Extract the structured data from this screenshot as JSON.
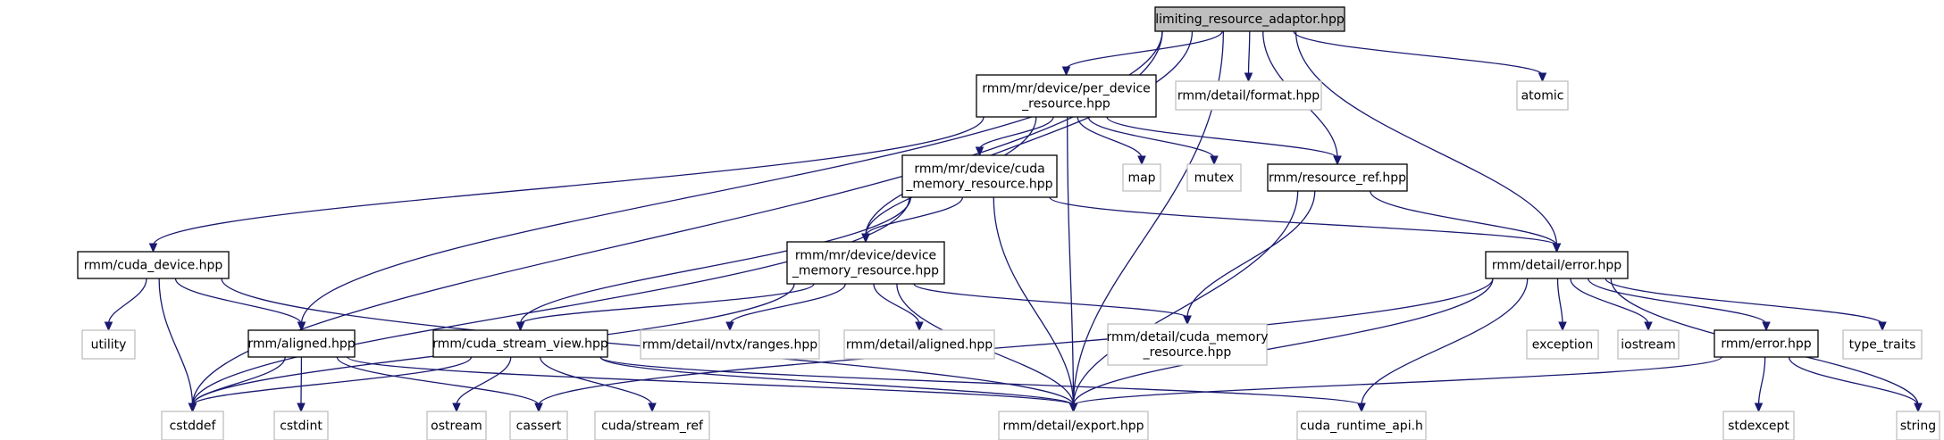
{
  "title": "limiting_resource_adaptor.hpp",
  "colors": {
    "edge": "#191970",
    "internal_border": "#000000",
    "external_border": "#bfbfbf",
    "root_fill": "#bfbfbf"
  },
  "nodes": [
    {
      "id": "root",
      "kind": "root",
      "lines": [
        "limiting_resource_adaptor.hpp"
      ]
    },
    {
      "id": "per_device",
      "kind": "internal",
      "lines": [
        "rmm/mr/device/per_device",
        "_resource.hpp"
      ]
    },
    {
      "id": "format",
      "kind": "external",
      "lines": [
        "rmm/detail/format.hpp"
      ]
    },
    {
      "id": "atomic",
      "kind": "external",
      "lines": [
        "atomic"
      ]
    },
    {
      "id": "cuda_mr",
      "kind": "internal",
      "lines": [
        "rmm/mr/device/cuda",
        "_memory_resource.hpp"
      ]
    },
    {
      "id": "map",
      "kind": "external",
      "lines": [
        "map"
      ]
    },
    {
      "id": "mutex",
      "kind": "external",
      "lines": [
        "mutex"
      ]
    },
    {
      "id": "resource_ref",
      "kind": "internal",
      "lines": [
        "rmm/resource_ref.hpp"
      ]
    },
    {
      "id": "cuda_device",
      "kind": "internal",
      "lines": [
        "rmm/cuda_device.hpp"
      ]
    },
    {
      "id": "device_mr",
      "kind": "internal",
      "lines": [
        "rmm/mr/device/device",
        "_memory_resource.hpp"
      ]
    },
    {
      "id": "detail_error",
      "kind": "internal",
      "lines": [
        "rmm/detail/error.hpp"
      ]
    },
    {
      "id": "utility",
      "kind": "external",
      "lines": [
        "utility"
      ]
    },
    {
      "id": "aligned",
      "kind": "internal",
      "lines": [
        "rmm/aligned.hpp"
      ]
    },
    {
      "id": "stream_view",
      "kind": "internal",
      "lines": [
        "rmm/cuda_stream_view.hpp"
      ]
    },
    {
      "id": "nvtx",
      "kind": "external",
      "lines": [
        "rmm/detail/nvtx/ranges.hpp"
      ]
    },
    {
      "id": "detail_aligned",
      "kind": "external",
      "lines": [
        "rmm/detail/aligned.hpp"
      ]
    },
    {
      "id": "detail_cuda_mr",
      "kind": "external",
      "lines": [
        "rmm/detail/cuda_memory",
        "_resource.hpp"
      ]
    },
    {
      "id": "exception",
      "kind": "external",
      "lines": [
        "exception"
      ]
    },
    {
      "id": "iostream",
      "kind": "external",
      "lines": [
        "iostream"
      ]
    },
    {
      "id": "rmm_error",
      "kind": "internal",
      "lines": [
        "rmm/error.hpp"
      ]
    },
    {
      "id": "type_traits",
      "kind": "external",
      "lines": [
        "type_traits"
      ]
    },
    {
      "id": "cstddef",
      "kind": "external",
      "lines": [
        "cstddef"
      ]
    },
    {
      "id": "cstdint",
      "kind": "external",
      "lines": [
        "cstdint"
      ]
    },
    {
      "id": "ostream",
      "kind": "external",
      "lines": [
        "ostream"
      ]
    },
    {
      "id": "cassert",
      "kind": "external",
      "lines": [
        "cassert"
      ]
    },
    {
      "id": "stream_ref",
      "kind": "external",
      "lines": [
        "cuda/stream_ref"
      ]
    },
    {
      "id": "export",
      "kind": "external",
      "lines": [
        "rmm/detail/export.hpp"
      ]
    },
    {
      "id": "runtime_api",
      "kind": "external",
      "lines": [
        "cuda_runtime_api.h"
      ]
    },
    {
      "id": "stdexcept",
      "kind": "external",
      "lines": [
        "stdexcept"
      ]
    },
    {
      "id": "string",
      "kind": "external",
      "lines": [
        "string"
      ]
    }
  ],
  "edges": [
    [
      "root",
      "per_device"
    ],
    [
      "root",
      "format"
    ],
    [
      "root",
      "atomic"
    ],
    [
      "root",
      "resource_ref"
    ],
    [
      "root",
      "detail_error"
    ],
    [
      "root",
      "aligned"
    ],
    [
      "root",
      "device_mr"
    ],
    [
      "root",
      "cstddef"
    ],
    [
      "root",
      "export"
    ],
    [
      "per_device",
      "cuda_mr"
    ],
    [
      "per_device",
      "map"
    ],
    [
      "per_device",
      "mutex"
    ],
    [
      "per_device",
      "resource_ref"
    ],
    [
      "per_device",
      "cuda_device"
    ],
    [
      "per_device",
      "device_mr"
    ],
    [
      "per_device",
      "export"
    ],
    [
      "cuda_mr",
      "device_mr"
    ],
    [
      "cuda_mr",
      "detail_error"
    ],
    [
      "cuda_mr",
      "stream_view"
    ],
    [
      "cuda_mr",
      "cstddef"
    ],
    [
      "cuda_mr",
      "export"
    ],
    [
      "resource_ref",
      "detail_error"
    ],
    [
      "resource_ref",
      "detail_cuda_mr"
    ],
    [
      "resource_ref",
      "export"
    ],
    [
      "cuda_device",
      "utility"
    ],
    [
      "cuda_device",
      "aligned"
    ],
    [
      "cuda_device",
      "cstddef"
    ],
    [
      "cuda_device",
      "export"
    ],
    [
      "device_mr",
      "stream_view"
    ],
    [
      "device_mr",
      "nvtx"
    ],
    [
      "device_mr",
      "detail_aligned"
    ],
    [
      "device_mr",
      "detail_cuda_mr"
    ],
    [
      "device_mr",
      "cstddef"
    ],
    [
      "device_mr",
      "export"
    ],
    [
      "detail_error",
      "exception"
    ],
    [
      "detail_error",
      "iostream"
    ],
    [
      "detail_error",
      "rmm_error"
    ],
    [
      "detail_error",
      "type_traits"
    ],
    [
      "detail_error",
      "string"
    ],
    [
      "detail_error",
      "cassert"
    ],
    [
      "detail_error",
      "runtime_api"
    ],
    [
      "detail_error",
      "export"
    ],
    [
      "aligned",
      "cstddef"
    ],
    [
      "aligned",
      "cstdint"
    ],
    [
      "aligned",
      "cassert"
    ],
    [
      "aligned",
      "export"
    ],
    [
      "stream_view",
      "cstddef"
    ],
    [
      "stream_view",
      "ostream"
    ],
    [
      "stream_view",
      "stream_ref"
    ],
    [
      "stream_view",
      "runtime_api"
    ],
    [
      "stream_view",
      "export"
    ],
    [
      "rmm_error",
      "stdexcept"
    ],
    [
      "rmm_error",
      "string"
    ],
    [
      "rmm_error",
      "export"
    ]
  ]
}
